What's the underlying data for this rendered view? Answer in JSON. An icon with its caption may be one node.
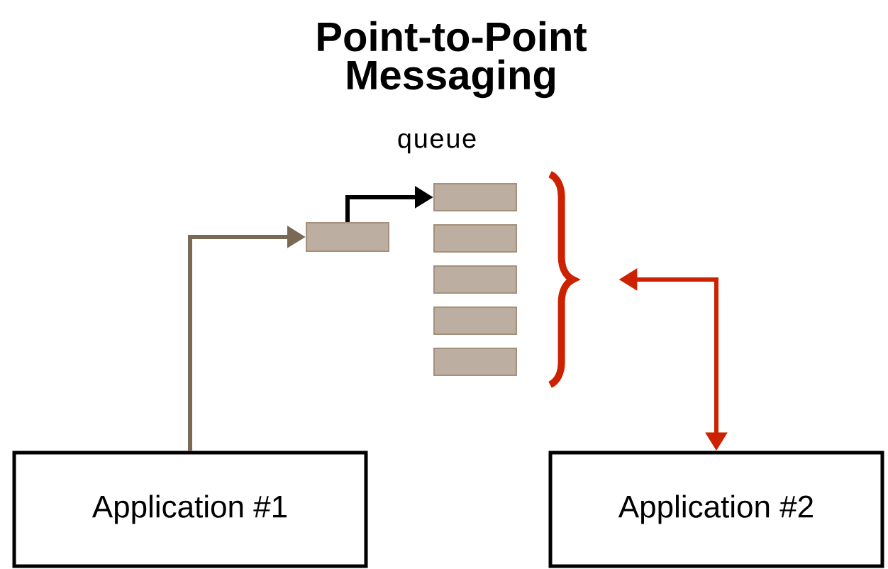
{
  "diagram": {
    "title": "Point-to-Point Messaging",
    "nodes": [
      {
        "text": [
          "Application #1"
        ]
      },
      {
        "text": [],
        "shape": "box"
      },
      {
        "text": [],
        "shape": "box"
      },
      {
        "text": [],
        "shape": "box"
      },
      {
        "text": [],
        "shape": "box"
      },
      {
        "text": [],
        "shape": "box"
      },
      {
        "text": [],
        "shape": "box"
      },
      {
        "text": [],
        "shape": "brace"
      },
      {
        "text": [
          "Application #2"
        ]
      }
    ],
    "edges": [
      {
        "from": 0,
        "to": 1,
        "arrow": "to",
        "color": "#7a6a55"
      },
      {
        "from": 1,
        "to": 2,
        "arrow": "to",
        "color": "#000000"
      },
      {
        "from": 8,
        "to": 7,
        "arrow": "both",
        "color": "#cc2200"
      }
    ],
    "labels": [
      "queue"
    ]
  }
}
